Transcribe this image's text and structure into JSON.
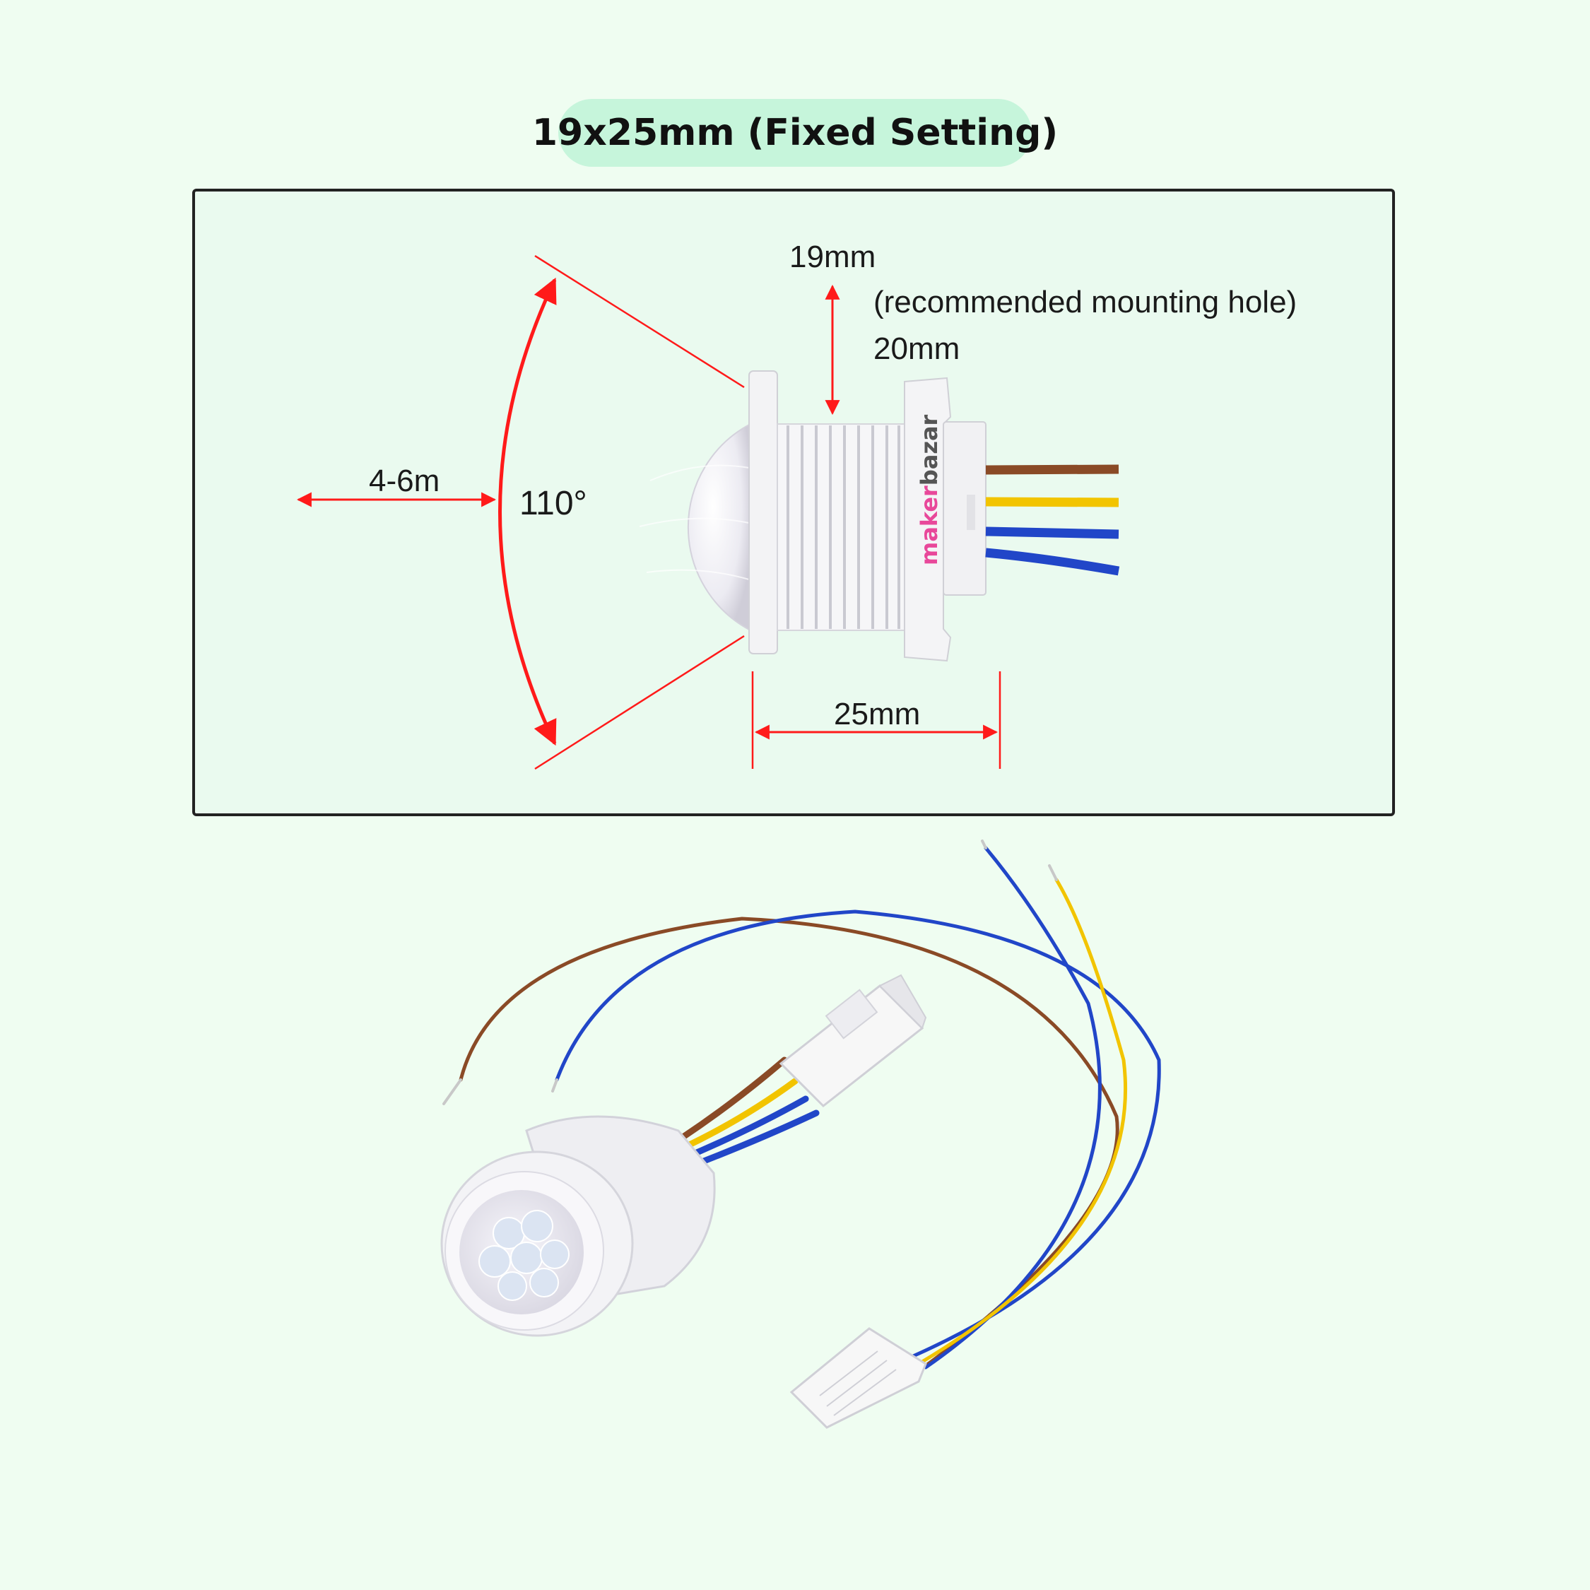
{
  "title": "19x25mm (Fixed Setting)",
  "dimensions": {
    "height_label": "19mm",
    "mounting_note": "(recommended mounting hole)",
    "mounting_size": "20mm",
    "range_label": "4-6m",
    "angle_label": "110°",
    "length_label": "25mm"
  },
  "watermark": {
    "part1": "maker",
    "part2": "bazar"
  },
  "colors": {
    "background": "#effdf1",
    "title_pill": "#c6f5db",
    "dimension_lines": "#ff1a1a",
    "wire_brown": "#8a4a26",
    "wire_yellow": "#f2c400",
    "wire_blue": "#2146c8"
  }
}
